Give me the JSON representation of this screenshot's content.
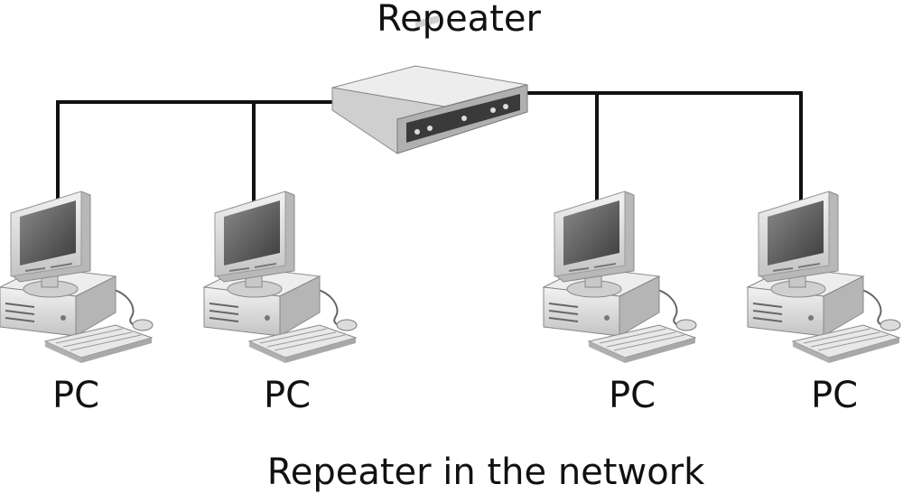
{
  "repeater": {
    "label": "Repeater",
    "icon": "repeater-device-icon"
  },
  "pcs": [
    {
      "label": "PC",
      "icon": "desktop-computer-icon"
    },
    {
      "label": "PC",
      "icon": "desktop-computer-icon"
    },
    {
      "label": "PC",
      "icon": "desktop-computer-icon"
    },
    {
      "label": "PC",
      "icon": "desktop-computer-icon"
    }
  ],
  "caption": "Repeater in the network",
  "colors": {
    "cable": "#111111",
    "device_body": "#d8d8d8",
    "screen": "#5a5a5a"
  }
}
